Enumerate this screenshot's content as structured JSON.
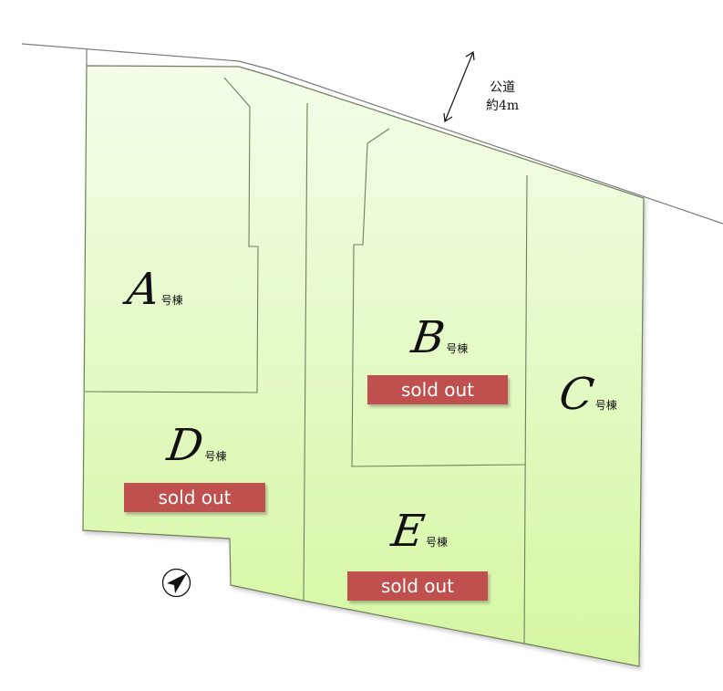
{
  "road": {
    "name": "公道",
    "width": "約4m"
  },
  "colors": {
    "lot_fill_top": "#f2fde6",
    "lot_fill_bottom": "#d8f7a6",
    "lot_border": "#6f7f5a",
    "sold_badge": "#c0504d",
    "sold_text": "#ffffff",
    "road_line": "#7a7a7a"
  },
  "plots": [
    {
      "id": "A",
      "letter": "A",
      "suffix": "号棟",
      "sold": false
    },
    {
      "id": "B",
      "letter": "B",
      "suffix": "号棟",
      "sold": true,
      "badge": "sold out"
    },
    {
      "id": "C",
      "letter": "C",
      "suffix": "号棟",
      "sold": false
    },
    {
      "id": "D",
      "letter": "D",
      "suffix": "号棟",
      "sold": true,
      "badge": "sold out"
    },
    {
      "id": "E",
      "letter": "E",
      "suffix": "号棟",
      "sold": true,
      "badge": "sold out"
    }
  ],
  "compass": {
    "icon": "north-arrow-icon"
  }
}
